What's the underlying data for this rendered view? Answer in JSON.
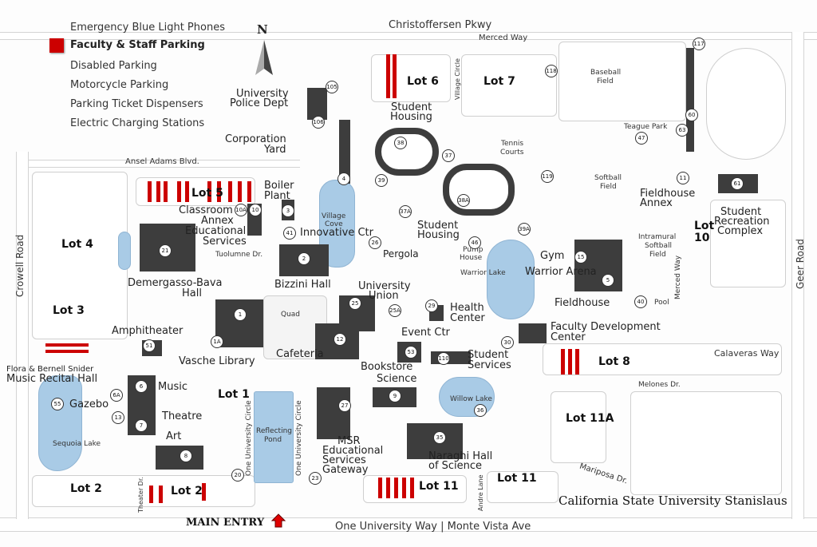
{
  "legend": {
    "items": [
      "Emergency Blue Light Phones",
      "Faculty & Staff Parking",
      "Disabled Parking",
      "Motorcycle Parking",
      "Parking Ticket Dispensers",
      "Electric Charging Stations"
    ],
    "faculty_color": "#cc0000"
  },
  "north": "N",
  "title": "California State University Stanislaus",
  "main_entry": "MAIN ENTRY",
  "roads": {
    "christoffersen": "Christoffersen Pkwy",
    "merced_top": "Merced Way",
    "ansel": "Ansel Adams Blvd.",
    "crowell": "Crowell Road",
    "geer": "Geer Road",
    "tuolumne": "Tuolumne Dr.",
    "calaveras": "Calaveras Way",
    "melones": "Melones Dr.",
    "mariposa": "Mariposa Dr.",
    "bottom": "One University Way | Monte Vista Ave",
    "theater": "Theater Dr.",
    "circle1": "One University Circle",
    "circle2": "One University Circle",
    "andre": "Andre Lane",
    "village": "Village Circle",
    "merced_v": "Merced Way"
  },
  "lots": {
    "l6": "Lot 6",
    "l7": "Lot 7",
    "l5": "Lot 5",
    "l4": "Lot 4",
    "l3": "Lot 3",
    "l8": "Lot 8",
    "l10a": "Lot",
    "l10b": "10",
    "l11a": "Lot 11A",
    "l1": "Lot 1",
    "l2a": "Lot 2",
    "l2b": "Lot 2",
    "l11x": "Lot  11",
    "l11y": "Lot  11"
  },
  "places": {
    "police1": "University",
    "police2": "Police Dept",
    "corp1": "Corporation",
    "corp2": "Yard",
    "boiler1": "Boiler",
    "boiler2": "Plant",
    "annex1": "Classroom",
    "annex2": "Annex",
    "edu1": "Educational",
    "edu2": "Services",
    "demer1": "Demergasso-Bava",
    "demer2": "Hall",
    "innov": "Innovative Ctr",
    "pergola": "Pergola",
    "bizzini": "Bizzini Hall",
    "union1": "University",
    "union2": "Union",
    "housing1a": "Student",
    "housing1b": "Housing",
    "housing2a": "Student",
    "housing2b": "Housing",
    "health1": "Health",
    "health2": "Center",
    "event": "Event Ctr",
    "amph": "Amphitheater",
    "library": "Vasche Library",
    "cafeteria": "Cafeteria",
    "quad": "Quad",
    "bookstore": "Bookstore",
    "science": "Science",
    "ss1": "Student",
    "ss2": "Services",
    "gym": "Gym",
    "arena": "Warrior Arena",
    "fieldhouse": "Fieldhouse",
    "pool": "Pool",
    "fdc1": "Faculty Development",
    "fdc2": "Center",
    "fha1": "Fieldhouse",
    "fha2": "Annex",
    "src1": "Student",
    "src2": "Recreation",
    "src3": "Complex",
    "ims1": "Intramural",
    "ims2": "Softball",
    "ims3": "Field",
    "softball1": "Softball",
    "softball2": "Field",
    "tennis1": "Tennis",
    "tennis2": "Courts",
    "baseball1": "Baseball",
    "baseball2": "Field",
    "teague": "Teague Park",
    "music": "Music",
    "theatre": "Theatre",
    "art": "Art",
    "gazebo": "Gazebo",
    "sequoia": "Sequoia Lake",
    "snider1": "Flora & Bernell Snider",
    "snider2": "Music Recital Hall",
    "pond1": "Reflecting",
    "pond2": "Pond",
    "msr1": "MSR",
    "msr2": "Educational",
    "msr3": "Services",
    "msr4": "Gateway",
    "naraghi1": "Naraghi Hall",
    "naraghi2": "of Science",
    "willow": "Willow Lake",
    "warriorlake": "Warrior Lake",
    "pump1": "Pump",
    "pump2": "House",
    "cove1": "Village",
    "cove2": "Cove"
  },
  "numbers": {
    "n1": "1",
    "n1a": "1A",
    "n2": "2",
    "n3": "3",
    "n4": "4",
    "n5": "5",
    "n6": "6",
    "n6a": "6A",
    "n7": "7",
    "n8": "8",
    "n9": "9",
    "n10": "10",
    "n10a": "10A",
    "n11": "11",
    "n12": "12",
    "n13": "13",
    "n15": "15",
    "n21": "21",
    "n25": "25",
    "n25a": "25A",
    "n26": "26",
    "n27": "27",
    "n29": "29",
    "n30": "30",
    "n35": "35",
    "n36": "36",
    "n37": "37",
    "n37a": "37A",
    "n38": "38",
    "n38a": "38A",
    "n39": "39",
    "n39a": "39A",
    "n40": "40",
    "n41": "41",
    "n46": "46",
    "n47": "47",
    "n51": "51",
    "n53": "53",
    "n55": "55",
    "n60": "60",
    "n61": "61",
    "n63": "63",
    "n105": "105",
    "n106": "106",
    "n110": "110",
    "n117": "117",
    "n118": "118",
    "n119": "119",
    "n20": "20",
    "n23": "23"
  }
}
